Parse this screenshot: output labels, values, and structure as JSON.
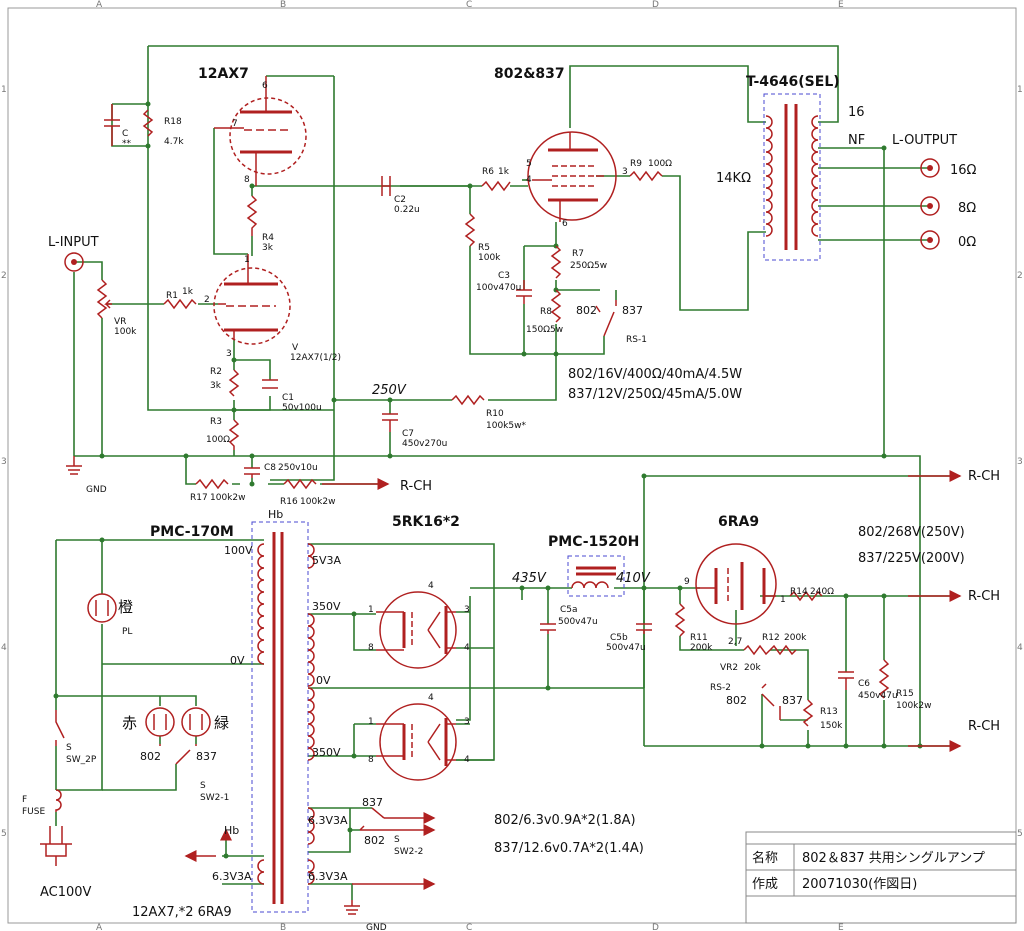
{
  "grid": {
    "cols": [
      "A",
      "B",
      "C",
      "D",
      "E"
    ],
    "rows": [
      "1",
      "2",
      "3",
      "4",
      "5"
    ]
  },
  "tubes": {
    "t12ax7": "12AX7",
    "t802_837": "802&837",
    "t5rk16": "5RK16*2",
    "t6ra9": "6RA9",
    "v_sub": "V",
    "v_sub2": "12AX7(1/2)"
  },
  "transformers": {
    "output": "T-4646(SEL)",
    "power": "PMC-170M",
    "choke": "PMC-1520H",
    "imp": "14KΩ",
    "hb": "Hb"
  },
  "io": {
    "l_input": "L-INPUT",
    "l_output": "L-OUTPUT",
    "nf": "NF",
    "tap16": "16",
    "o16": "16Ω",
    "o8": "8Ω",
    "o0": "0Ω",
    "rch": "R-CH",
    "gnd": "GND",
    "ac": "AC100V"
  },
  "parts": {
    "r18": "R18",
    "r18v": "4.7k",
    "c": "C",
    "cv": "**",
    "r1": "R1",
    "r1v": "1k",
    "vr": "VR",
    "vrv": "100k",
    "r2": "R2",
    "r2v": "3k",
    "r3": "R3",
    "r3v": "100Ω",
    "r4": "R4",
    "r4v": "3k",
    "c1": "C1",
    "c1v": "50v100u",
    "c2": "C2",
    "c2v": "0.22u",
    "r5": "R5",
    "r5v": "100k",
    "r6": "R6",
    "r6v": "1k",
    "c3": "C3",
    "c3v": "100v470u",
    "r7": "R7",
    "r7v": "250Ω5w",
    "r8": "R8",
    "r8v": "150Ω5w",
    "r9": "R9",
    "r9v": "100Ω",
    "rs1": "RS-1",
    "s802": "802",
    "s837": "837",
    "r10": "R10",
    "r10v": "100k5w*",
    "c7": "C7",
    "c7v": "450v270u",
    "c8": "C8",
    "c8v": "250v10u",
    "r17": "R17",
    "r17v": "100k2w",
    "r16": "R16",
    "r16v": "100k2w",
    "c5a": "C5a",
    "c5av": "500v47u",
    "c5b": "C5b",
    "c5bv": "500v47u",
    "r11": "R11",
    "r11v": "200k",
    "r12": "R12",
    "r12v": "200k",
    "vr2": "VR2",
    "vr2v": "20k",
    "r13": "R13",
    "r13v": "150k",
    "r14": "R14",
    "r14v": "240Ω",
    "rs2": "RS-2",
    "c6": "C6",
    "c6v": "450v47u",
    "r15": "R15",
    "r15v": "100k2w",
    "pl": "PL",
    "orange": "橙",
    "red": "赤",
    "green": "緑",
    "sw2p": "S",
    "sw2pv": "SW_2P",
    "sw21": "S",
    "sw21v": "SW2-1",
    "sw22": "S",
    "sw22v": "SW2-2",
    "fuse": "F",
    "fusev": "FUSE"
  },
  "pins": {
    "p1": "1",
    "p2": "2",
    "p3": "3",
    "p4": "4",
    "p5": "5",
    "p6": "6",
    "p7": "7",
    "p8": "8",
    "p9": "9",
    "p27": "2,7"
  },
  "voltages": {
    "v250": "250V",
    "v435": "435V",
    "v410": "410V",
    "w100": "100V",
    "w0": "0V",
    "w5v3a": "5V3A",
    "w350a": "350V",
    "w0b": "0V",
    "w350b": "350V",
    "w63a": "6.3V3A",
    "w63b": "6.3V3A",
    "w63c": "6.3V3A"
  },
  "notes": {
    "op1": "802/16V/400Ω/40mA/4.5W",
    "op2": "837/12V/250Ω/45mA/5.0W",
    "bp1": "802/268V(250V)",
    "bp2": "837/225V(200V)",
    "ht1": "802/6.3v0.9A*2(1.8A)",
    "ht2": "837/12.6v0.7A*2(1.4A)",
    "heaters": "12AX7,*2  6RA9"
  },
  "title_block": {
    "name_label": "名称",
    "name_value": "802＆837  共用シングルアンプ",
    "made_label": "作成",
    "made_value": "20071030(作図日)"
  },
  "colors": {
    "wire": "#2f7a2f",
    "part": "#b02020",
    "border": "#888888"
  }
}
